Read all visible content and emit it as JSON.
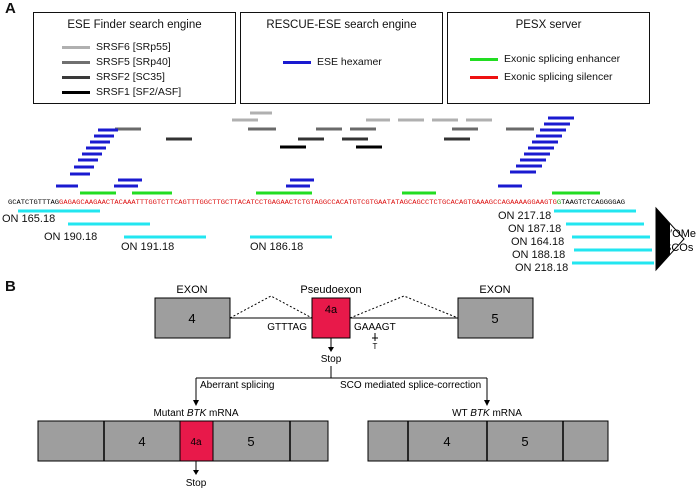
{
  "panel_a": {
    "letter": "A",
    "legends": {
      "ese_finder": {
        "title": "ESE Finder search engine",
        "items": [
          {
            "label": "SRSF6 [SRp55]",
            "color": "#b0b0b0"
          },
          {
            "label": "SRSF5 [SRp40]",
            "color": "#707070"
          },
          {
            "label": "SRSF2 [SC35]",
            "color": "#3a3a3a"
          },
          {
            "label": "SRSF1 [SF2/ASF]",
            "color": "#000000"
          }
        ]
      },
      "rescue": {
        "title": "RESCUE-ESE search engine",
        "items": [
          {
            "label": "ESE hexamer",
            "color": "#1a1ad0"
          }
        ]
      },
      "pesx": {
        "title": "PESX server",
        "items": [
          {
            "label": "Exonic splicing enhancer",
            "color": "#22dd22"
          },
          {
            "label": "Exonic splicing silencer",
            "color": "#ee1111"
          }
        ]
      }
    },
    "sequence": {
      "prefix": "GCATCTGTTTAG",
      "middle": "GAGAGCAAGAACTACAAATTTGGTCTTCAGTTTGGCTTGCTTACATCCTGAGAACTCTGTAGGCCACATGTCGTGAATATAGCAGCCTCTGCACAGTGAAAGCCAGAAAAGGAAGTG",
      "mutant_base": "G",
      "suffix": "TAAGTCTCAGGGGAG",
      "colors": {
        "flank": "#000000",
        "exon": "#dd1111",
        "mutant": "#11aa11"
      }
    },
    "scos": {
      "left": [
        "ON 165.18",
        "ON 190.18",
        "ON 191.18",
        "ON 186.18"
      ],
      "right": [
        "ON 217.18",
        "ON 187.18",
        "ON 164.18",
        "ON 188.18",
        "ON 218.18"
      ],
      "color": "#22e6f0",
      "label_line1": "2′OMe",
      "label_line2": "SCOs"
    }
  },
  "panel_b": {
    "letter": "B",
    "exon_left": {
      "title": "EXON",
      "number": "4"
    },
    "pseudoexon": {
      "title": "Pseudoexon",
      "number": "4a",
      "color": "#e8194a"
    },
    "exon_right": {
      "title": "EXON",
      "number": "5"
    },
    "seq_left": "GTTTAG",
    "seq_right": "GAAAGT",
    "mutation": "T",
    "stop_label": "Stop",
    "branch_left": "Aberrant splicing",
    "branch_right": "SCO mediated splice-correction",
    "mutant_mrna": {
      "prefix": "Mutant ",
      "gene": "BTK",
      "suffix": " mRNA",
      "exons": [
        "4",
        "4a",
        "5"
      ],
      "stop_label": "Stop"
    },
    "wt_mrna": {
      "prefix": "WT ",
      "gene": "BTK",
      "suffix": " mRNA",
      "exons": [
        "4",
        "5"
      ]
    },
    "exon_fill": "#9e9e9e"
  }
}
